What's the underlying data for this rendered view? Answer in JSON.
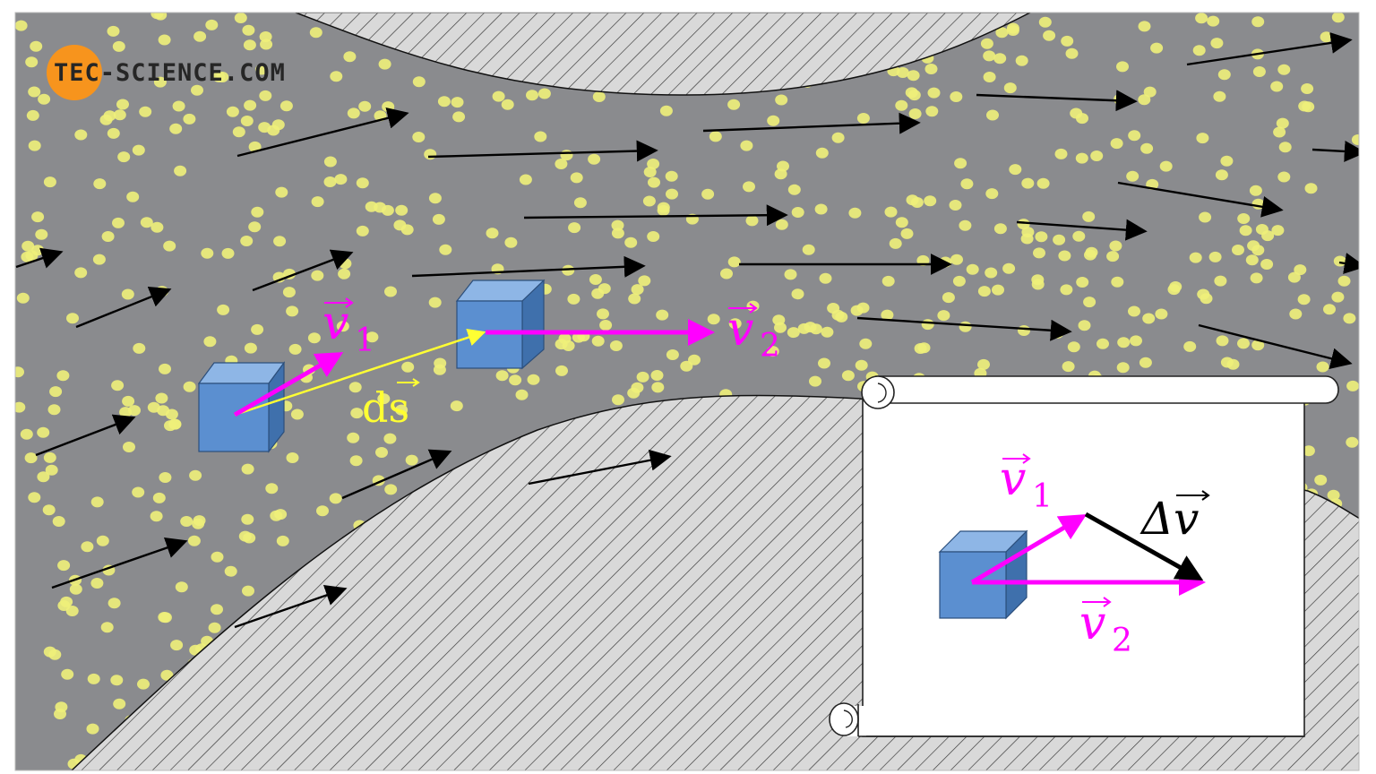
{
  "logo": {
    "text": "TEC-SCIENCE.COM",
    "color": "#f7941d"
  },
  "labels": {
    "v1": "v",
    "v1_sub": "1",
    "v2": "v",
    "v2_sub": "2",
    "ds": "ds",
    "inset_v1": "v",
    "inset_v1_sub": "1",
    "inset_v2": "v",
    "inset_v2_sub": "2",
    "delta_v": "Δv"
  },
  "colors": {
    "fluid": "#8a8b8e",
    "particles": "#eef07a",
    "wall": "#d9d9d9",
    "hatch": "#333333",
    "cube_front": "#5b8fd0",
    "cube_top": "#8eb6e6",
    "cube_side": "#3f70ac",
    "velocity": "#ff00ff",
    "displacement": "#ffff33",
    "delta": "#000000",
    "scroll": "#ffffff"
  },
  "icons": [
    "vector-arrow-icon",
    "cube-icon",
    "scroll-icon"
  ]
}
